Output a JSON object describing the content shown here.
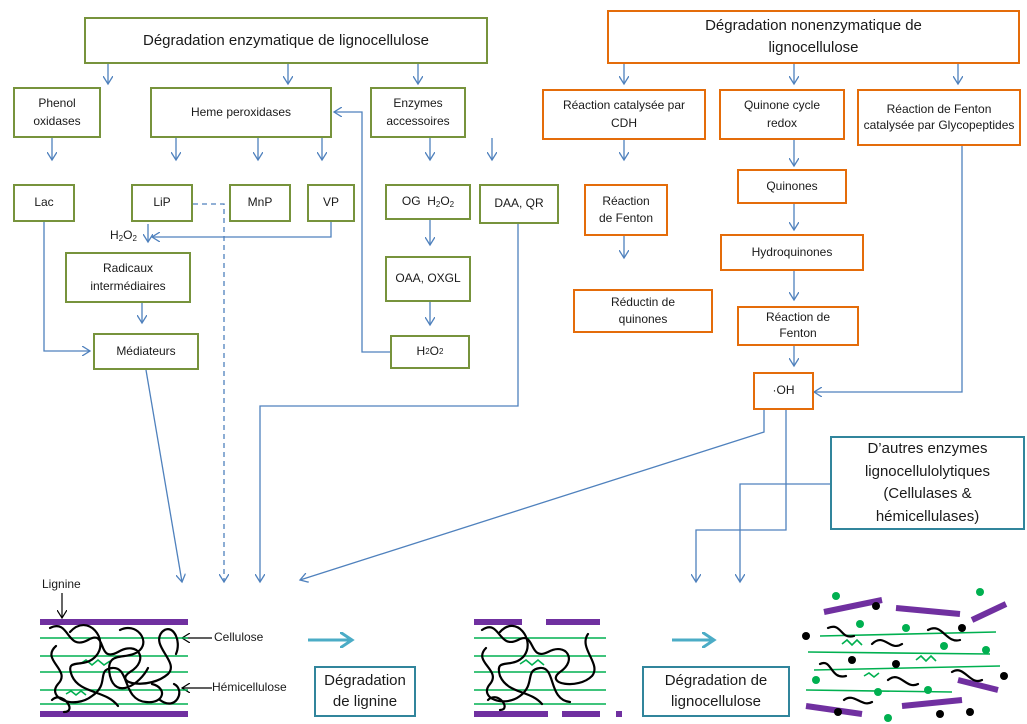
{
  "enzymatic": {
    "title": "Dégradation enzymatique de lignocellulose",
    "phenol_oxidases": "Phenol oxidases",
    "heme_peroxidases": "Heme peroxidases",
    "accessory_enzymes": "Enzymes accessoires",
    "lac": "Lac",
    "lip": "LiP",
    "mnp": "MnP",
    "vp": "VP",
    "og": "OG",
    "daa_qr": "DAA, QR",
    "h2o2_text": "H",
    "h2o2_sub": "2",
    "h2o2_o": "O",
    "radicals": "Radicaux intermédiaires",
    "oaa_oxgl": "OAA, OXGL",
    "mediators": "Médiateurs"
  },
  "nonenzymatic": {
    "title": "Dégradation nonenzymatique de lignocellulose",
    "cdh": "Réaction catalysée par CDH",
    "quinone_cycle": "Quinone cycle redox",
    "fenton_glyco": "Réaction de Fenton catalysée par Glycopeptides",
    "fenton": "Réaction de Fenton",
    "quinones": "Quinones",
    "hydroquinones": "Hydroquinones",
    "reduction": "Réductin de quinones",
    "oh": "·OH"
  },
  "other_enzymes": "D’autres enzymes lignocellulolytiques (Cellulases & hémicellulases)",
  "structure": {
    "lignine": "Lignine",
    "cellulose": "Cellulose",
    "hemicellulose": "Hémicellulose",
    "degr_lignin": "Dégradation de lignine",
    "degr_lignocellulose": "Dégradation de lignocellulose"
  },
  "colors": {
    "enzymatic_border": "#77933c",
    "nonenzymatic_border": "#e46c0a",
    "other_border": "#31859c",
    "arrow": "#4f81bd",
    "lignin": "#7030a0",
    "cellulose": "#00b050"
  }
}
